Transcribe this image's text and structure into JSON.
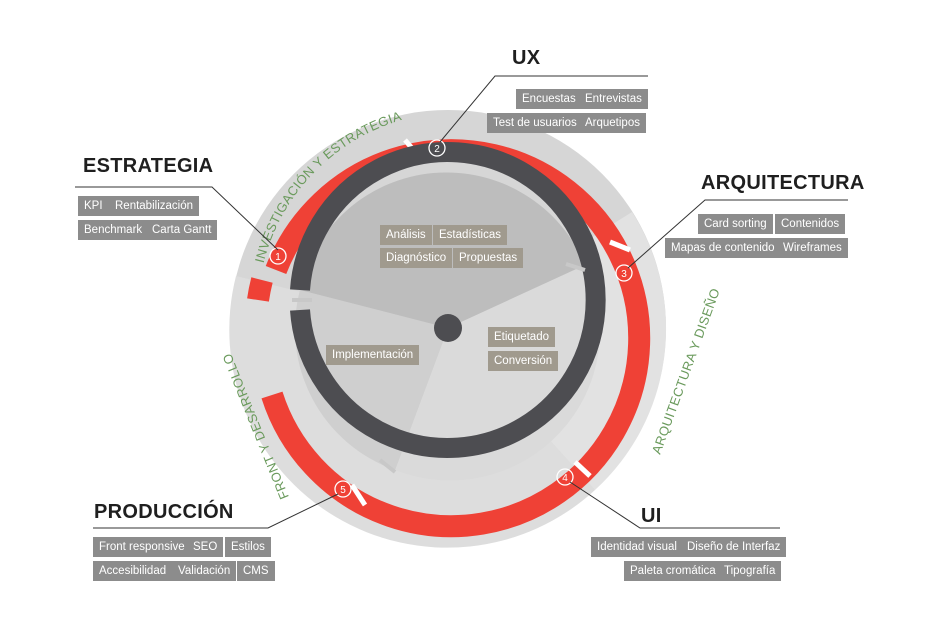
{
  "stages": [
    {
      "id": "estrategia",
      "number": "1",
      "title": "ESTRATEGIA",
      "tags": [
        "KPI",
        "Rentabilización",
        "Benchmark",
        "Carta Gantt"
      ]
    },
    {
      "id": "ux",
      "number": "2",
      "title": "UX",
      "tags": [
        "Encuestas",
        "Entrevistas",
        "Test de usuarios",
        "Arquetipos"
      ]
    },
    {
      "id": "arquitectura",
      "number": "3",
      "title": "ARQUITECTURA",
      "tags": [
        "Card sorting",
        "Contenidos",
        "Mapas de contenido",
        "Wireframes"
      ]
    },
    {
      "id": "ui",
      "number": "4",
      "title": "UI",
      "tags": [
        "Identidad visual",
        "Diseño de Interfaz",
        "Paleta cromática",
        "Tipografía"
      ]
    },
    {
      "id": "produccion",
      "number": "5",
      "title": "PRODUCCIÓN",
      "tags": [
        "Front responsive",
        "SEO",
        "Estilos",
        "Accesibilidad",
        "Validación",
        "CMS"
      ]
    }
  ],
  "phases": {
    "investigacion": "INVESTIGACIÓN Y ESTRATEGIA",
    "arquitectura": "ARQUITECTURA Y DISEÑO",
    "front": "FRONT Y DESARROLLO"
  },
  "inner": {
    "top": [
      "Análisis",
      "Estadísticas",
      "Diagnóstico",
      "Propuestas"
    ],
    "right": [
      "Etiquetado",
      "Conversión"
    ],
    "left": [
      "Implementación"
    ]
  },
  "colors": {
    "red": "#ef4136",
    "dark": "#4d4d51",
    "tag": "#8c8c8c",
    "inner_tag": "#a09a8e",
    "phase_text": "#6a9a5c",
    "outer_disc": "#d6d6d6"
  }
}
